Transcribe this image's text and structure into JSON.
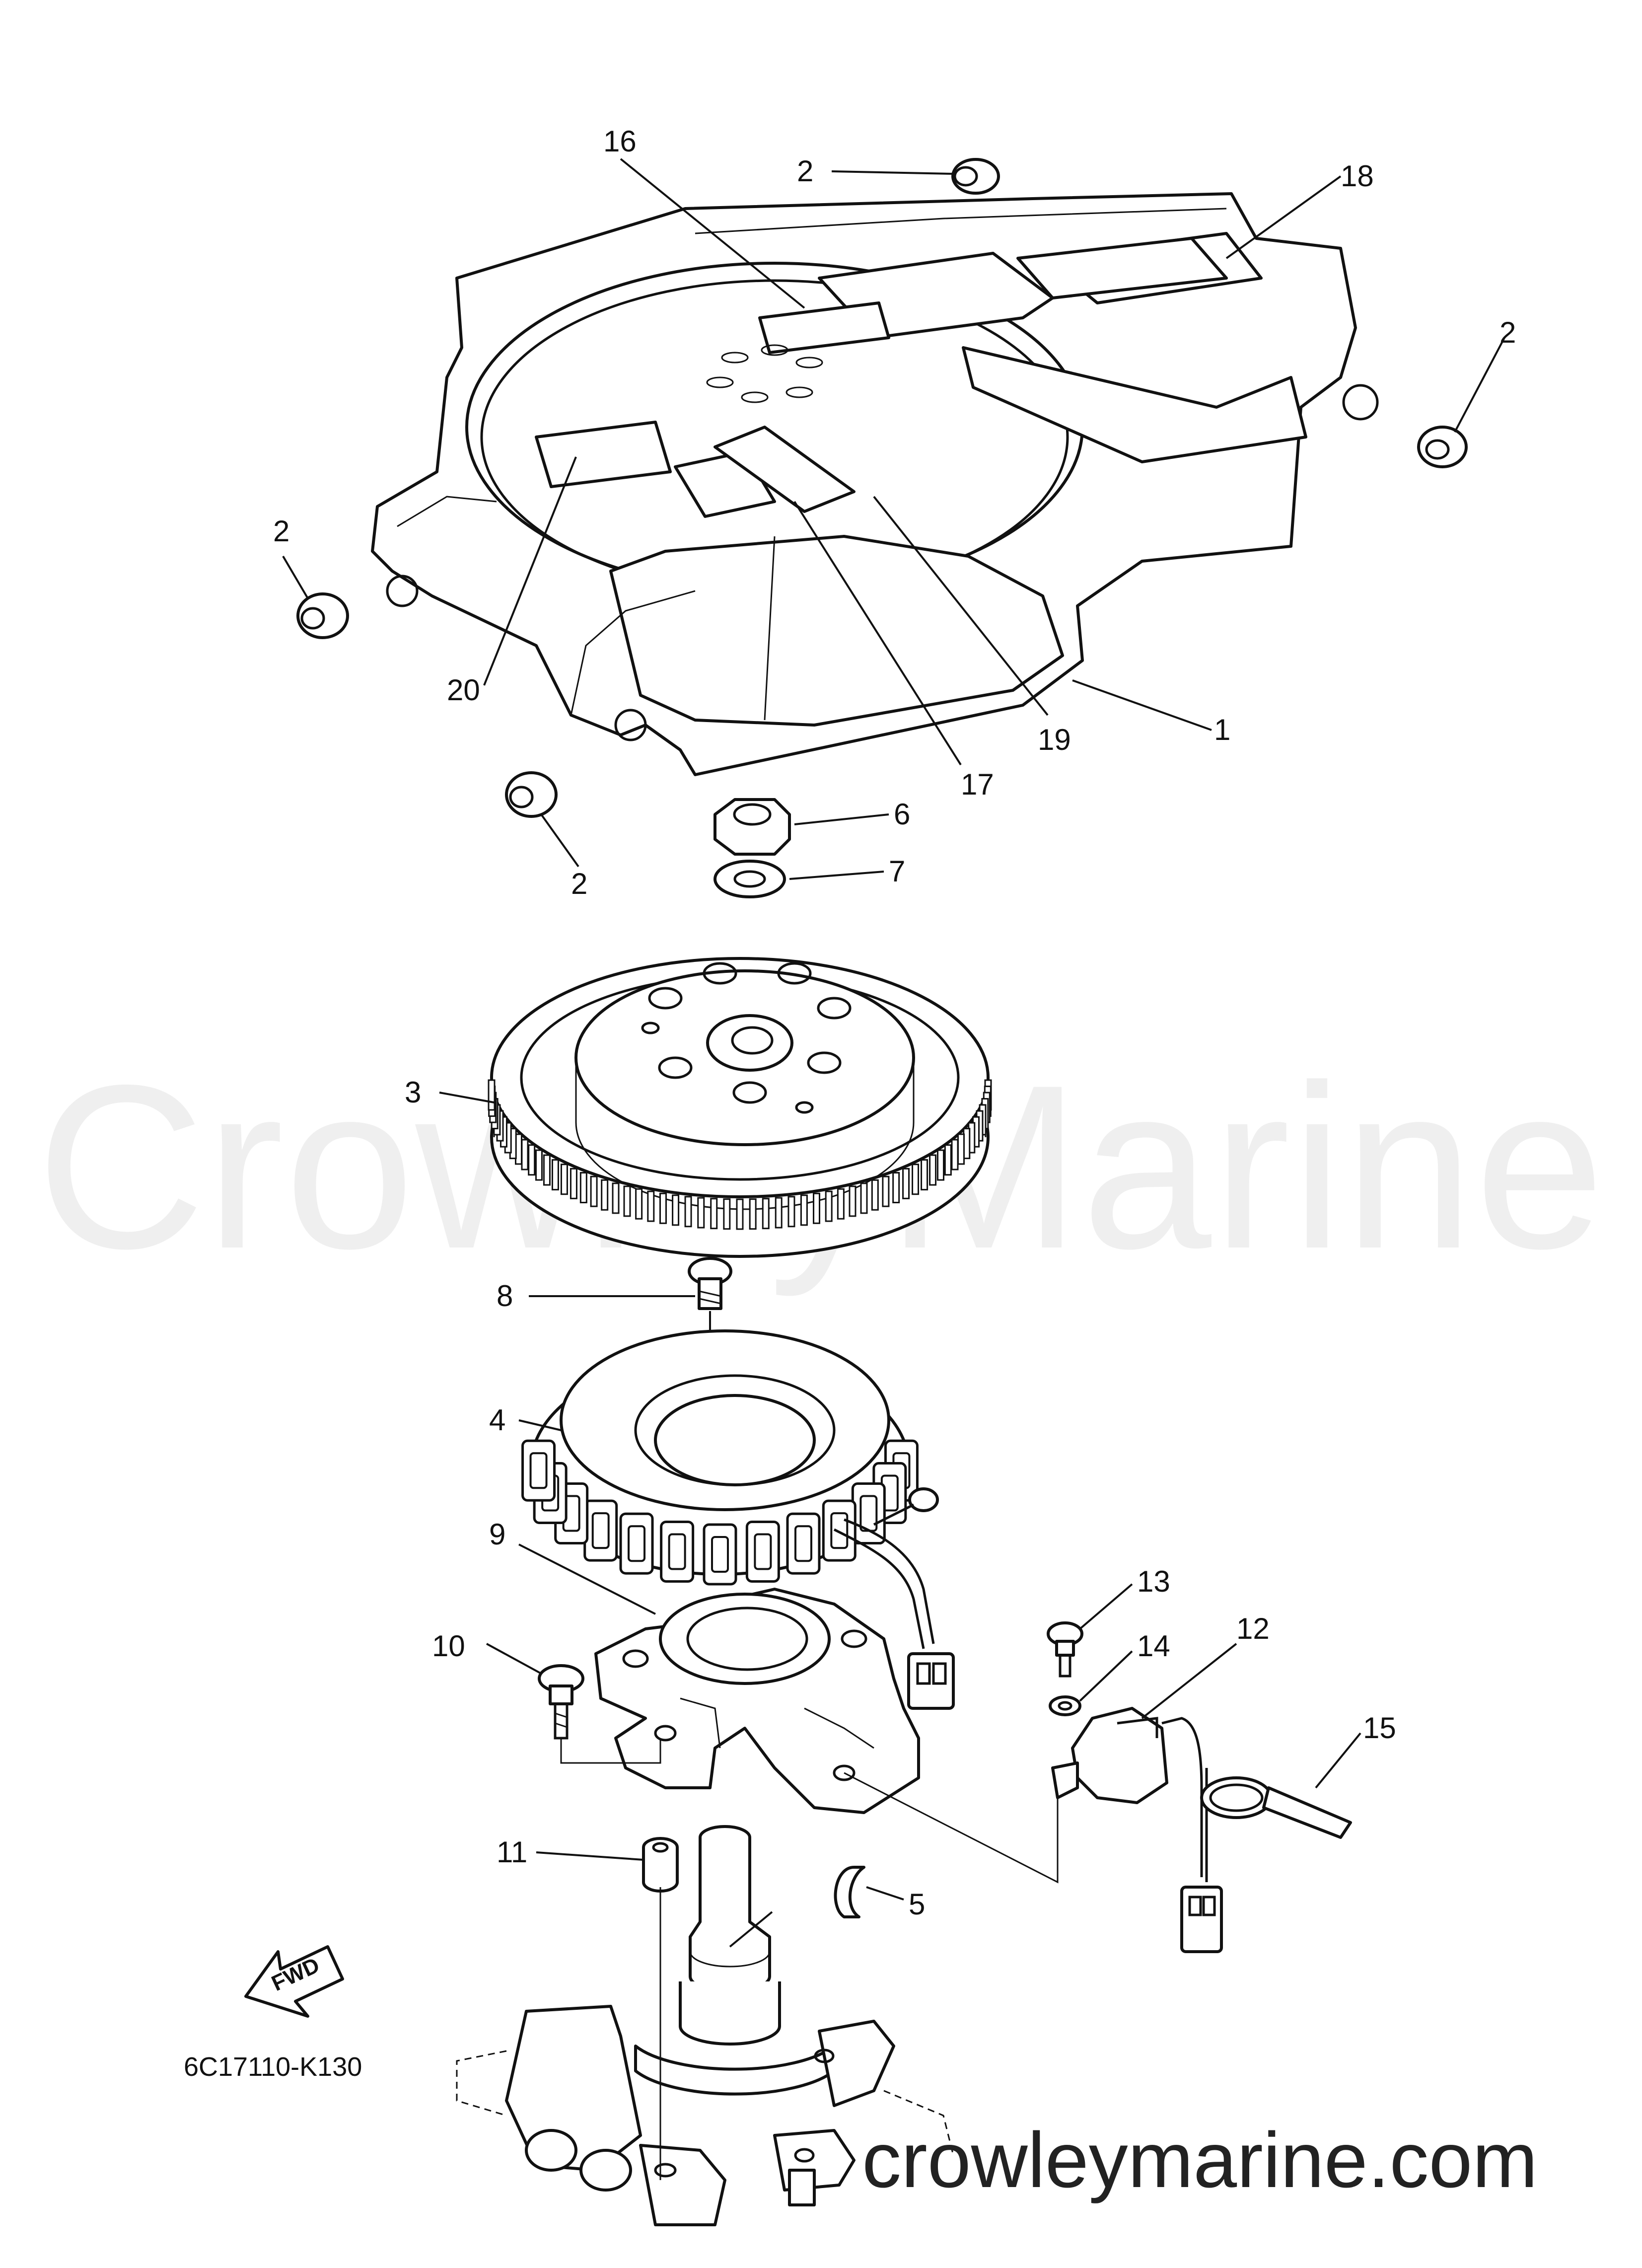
{
  "watermark": {
    "text": "CrowleyMarine"
  },
  "footer": {
    "site": "crowleymarine.com",
    "diagram_code": "6C17110-K130"
  },
  "fwd_label": "FWD",
  "callouts": {
    "c1": "1",
    "c2a": "2",
    "c2b": "2",
    "c2c": "2",
    "c2d": "2",
    "c3": "3",
    "c4": "4",
    "c5": "5",
    "c6": "6",
    "c7": "7",
    "c8": "8",
    "c9": "9",
    "c10": "10",
    "c11": "11",
    "c12": "12",
    "c13": "13",
    "c14": "14",
    "c15": "15",
    "c16": "16",
    "c17": "17",
    "c18": "18",
    "c19": "19",
    "c20": "20"
  }
}
